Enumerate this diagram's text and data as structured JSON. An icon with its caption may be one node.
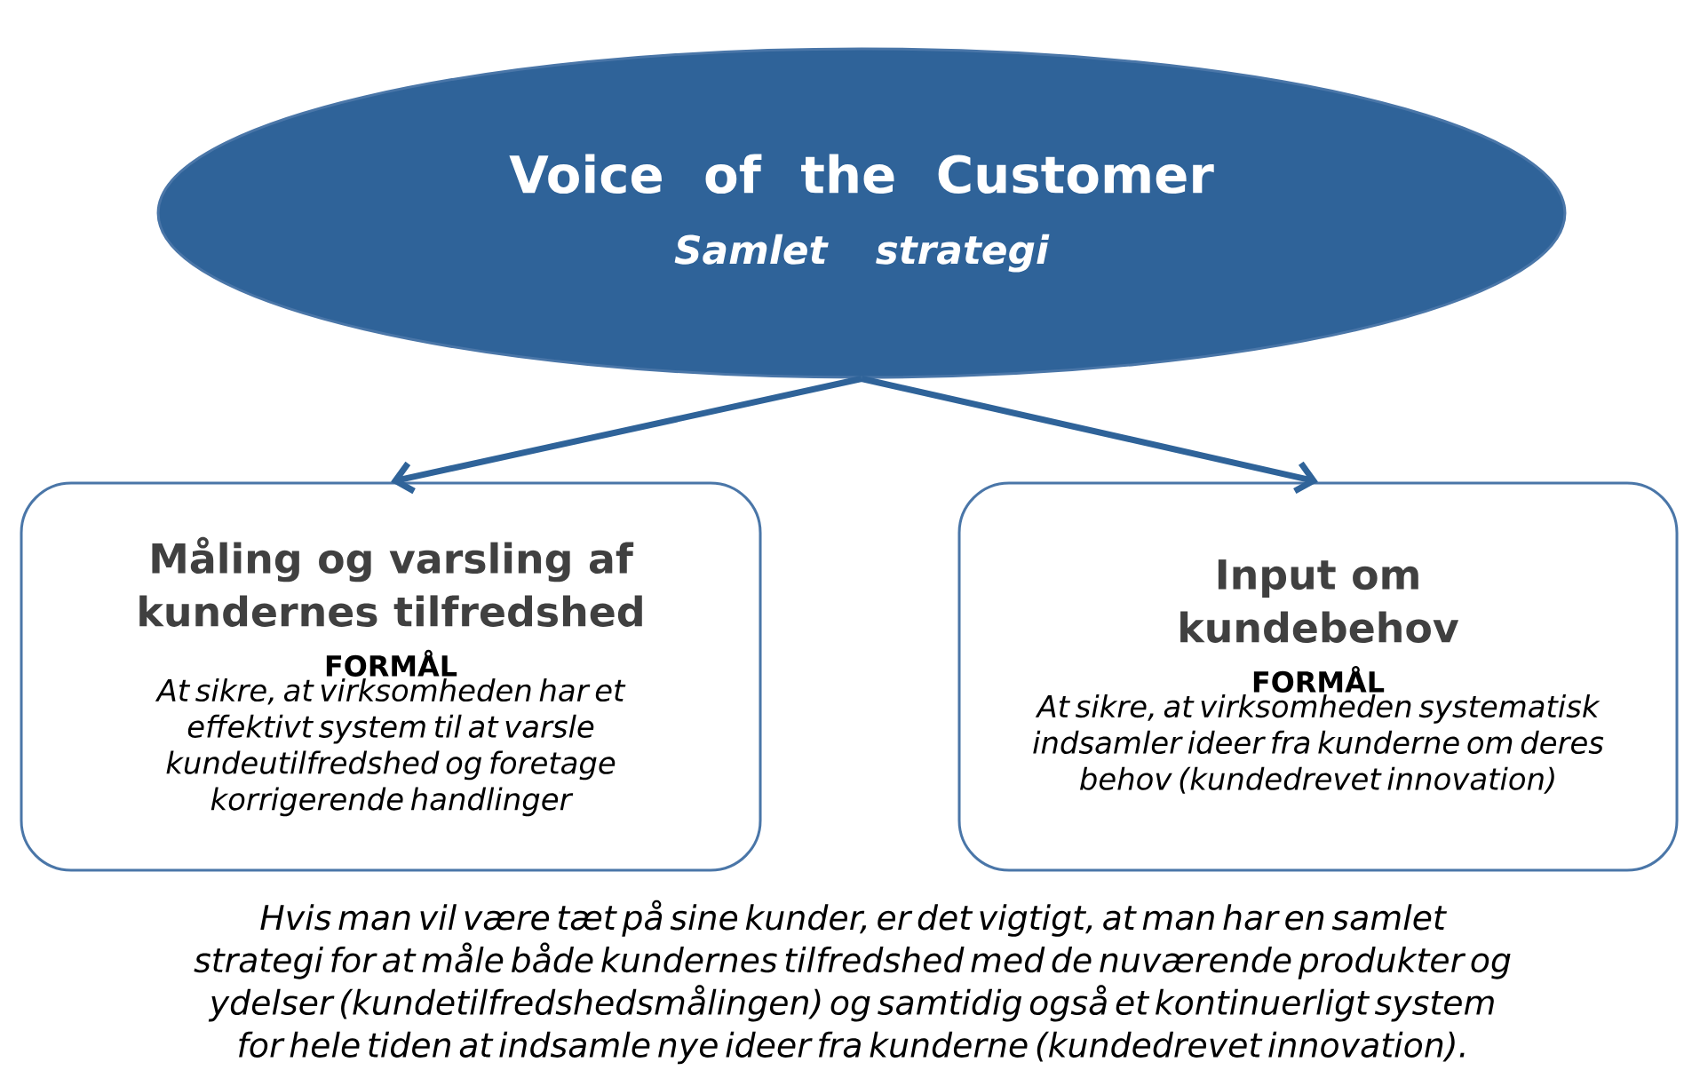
{
  "diagram": {
    "nodes": [
      {
        "text": [
          "Voice of the Customer",
          "Samlet strategi"
        ]
      },
      {
        "text": [
          "Måling og varsling af kundernes tilfredshed",
          "FORMÅL",
          "At sikre, at virksomheden har et effektivt system til at varsle kundeutilfredshed og foretage korrigerende handlinger"
        ]
      },
      {
        "text": [
          "Input om kundebehov",
          "FORMÅL",
          "At sikre, at virksomheden systematisk  indsamler ideer fra kunderne om deres behov (kundedrevet innovation)"
        ]
      }
    ],
    "edges": [
      {
        "from": 0,
        "to": 1,
        "arrow": "to"
      },
      {
        "from": 0,
        "to": 2,
        "arrow": "to"
      }
    ],
    "caption": "Hvis man vil være tæt på sine kunder, er det vigtigt, at man har en samlet strategi for at måle både kundernes tilfredshed med de nuværende produkter og ydelser (kundetilfredshedsmålingen) og samtidig også et kontinuerligt system for hele tiden at indsamle nye ideer fra kunderne (kundedrevet innovation)."
  }
}
